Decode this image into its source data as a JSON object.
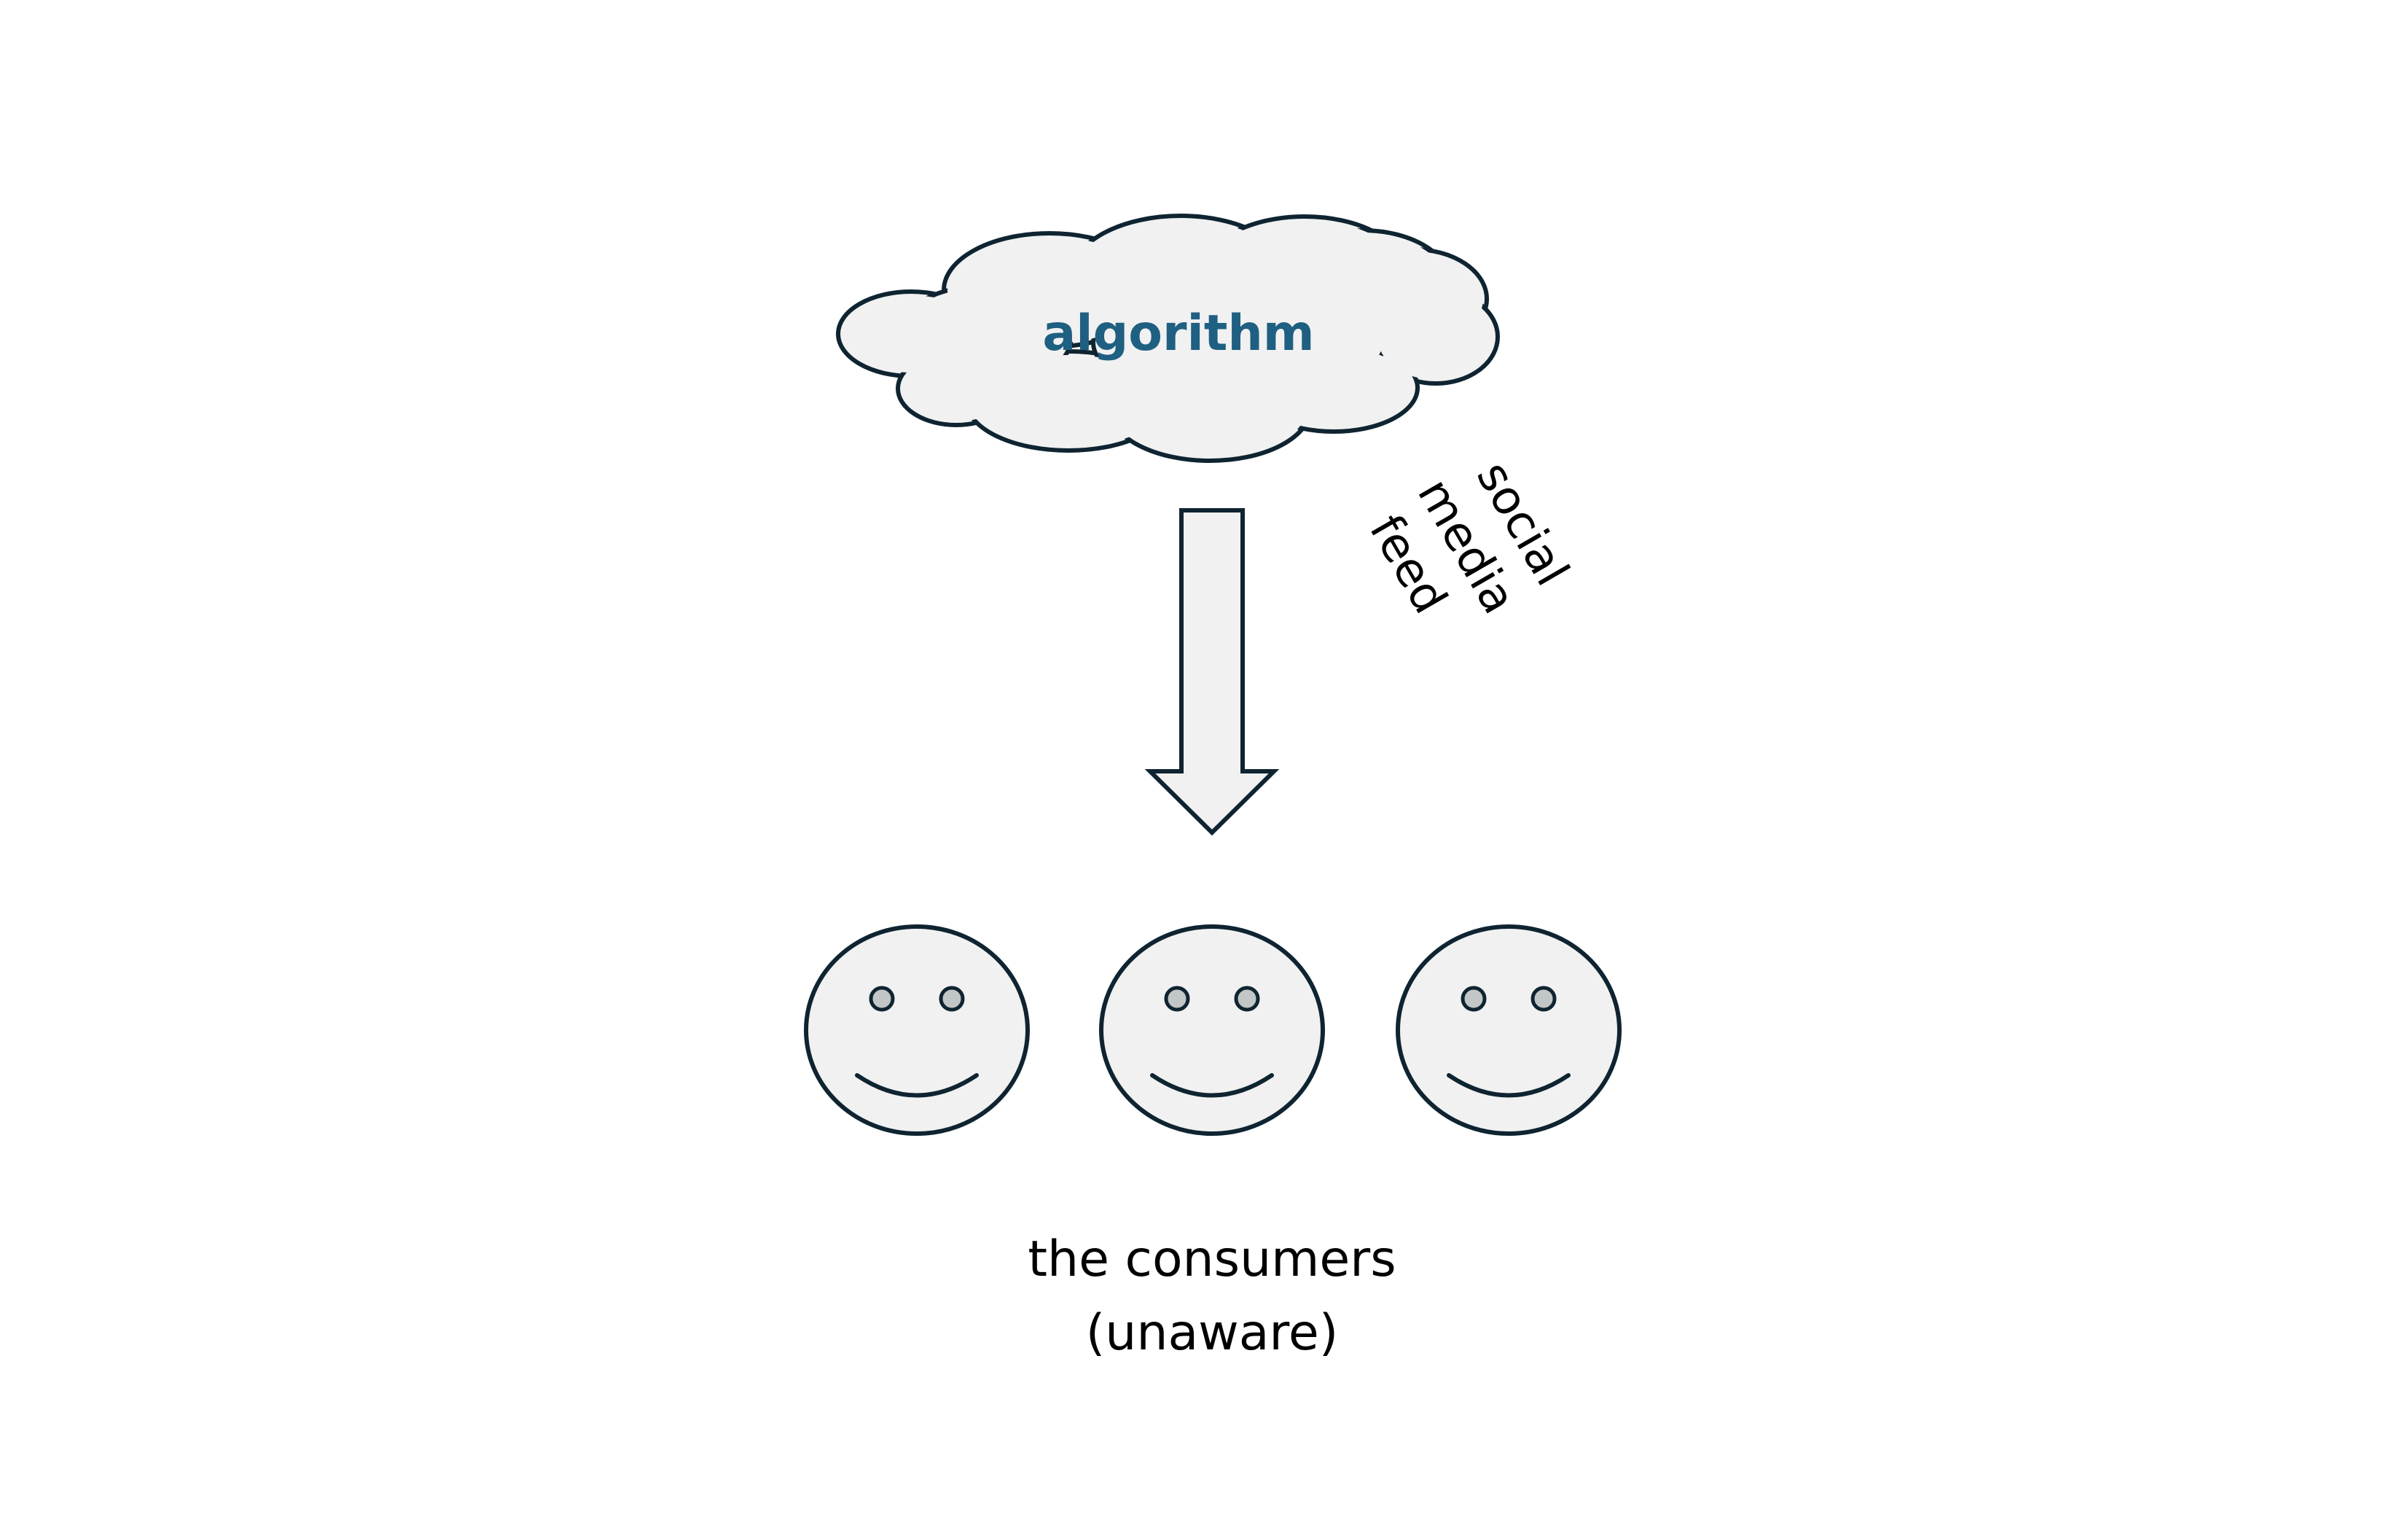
{
  "diagram": {
    "cloud": {
      "label": "algorithm",
      "label_color": "#1f5f82"
    },
    "arrow_label": {
      "lines": [
        "social",
        "media",
        "feed"
      ]
    },
    "consumers": {
      "count": 3,
      "caption_lines": [
        "the consumers",
        "(unaware)"
      ]
    },
    "colors": {
      "stroke": "#0f2431",
      "shape_fill": "#f1f1f1",
      "eye_fill": "#c3c6c6",
      "text": "#000000"
    }
  }
}
